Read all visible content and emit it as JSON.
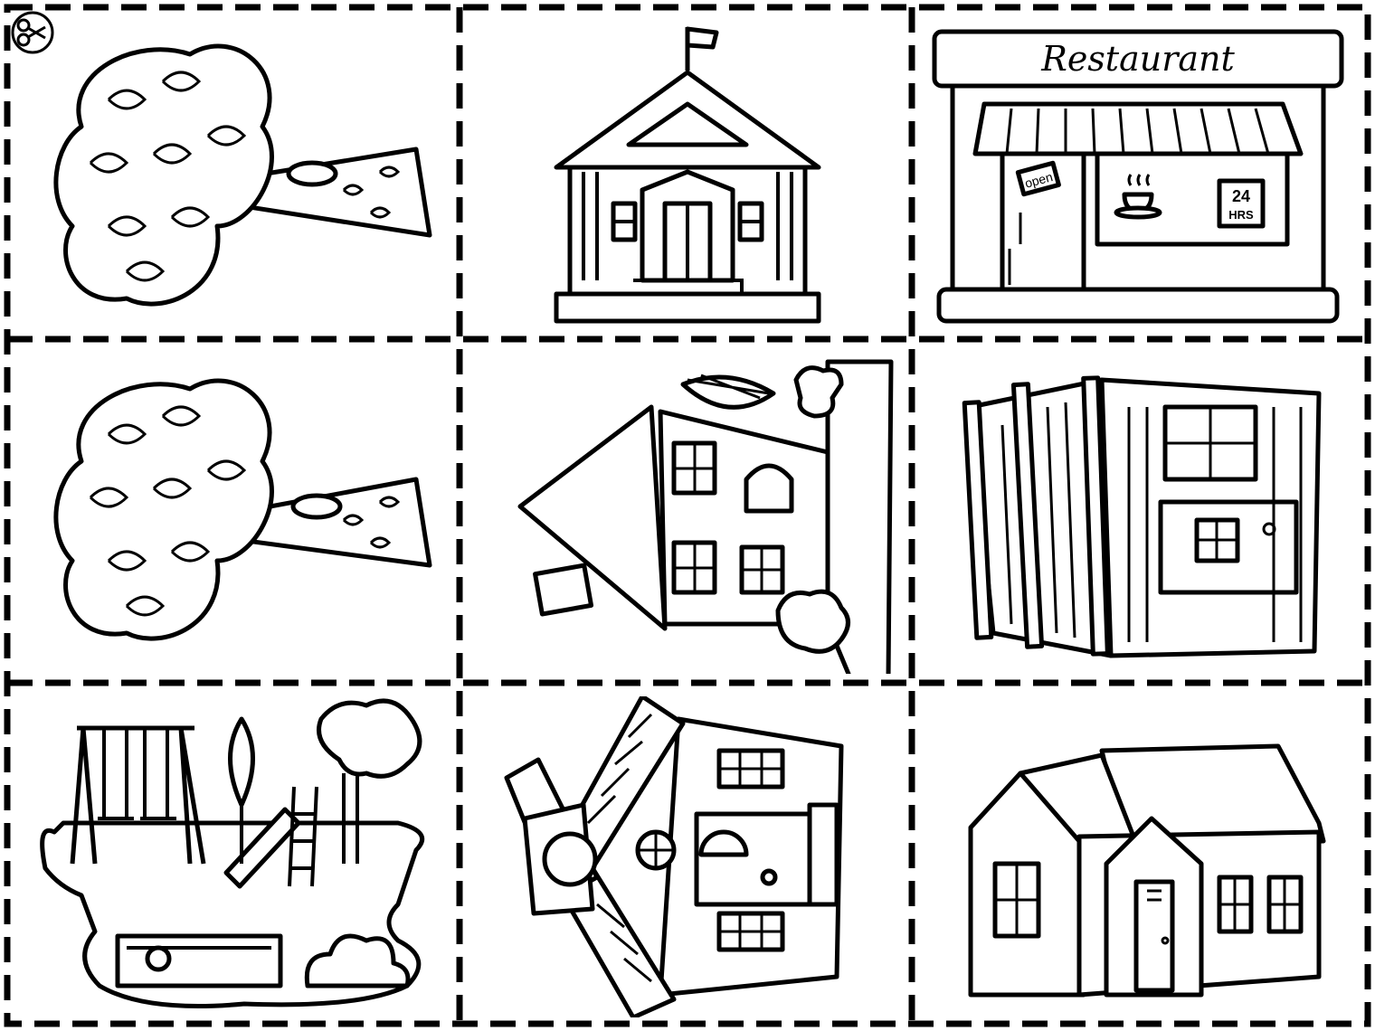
{
  "sheet": {
    "cut_line_style": "dashed",
    "line_color": "#000000",
    "background_color": "#ffffff",
    "scissors_icon": "scissors-icon"
  },
  "cards": [
    {
      "id": "tree-1",
      "icon": "tree-icon"
    },
    {
      "id": "school",
      "icon": "school-building-icon"
    },
    {
      "id": "restaurant",
      "icon": "restaurant-icon",
      "sign": "Restaurant",
      "open_sign": "open",
      "hours_sign_top": "24",
      "hours_sign_bottom": "HRS"
    },
    {
      "id": "tree-2",
      "icon": "tree-icon"
    },
    {
      "id": "tilted-house-1",
      "icon": "tilted-house-icon"
    },
    {
      "id": "wood-cabin",
      "icon": "wooden-house-icon"
    },
    {
      "id": "playground",
      "icon": "playground-icon"
    },
    {
      "id": "tilted-house-2",
      "icon": "tilted-house-icon"
    },
    {
      "id": "house",
      "icon": "house-icon"
    }
  ]
}
